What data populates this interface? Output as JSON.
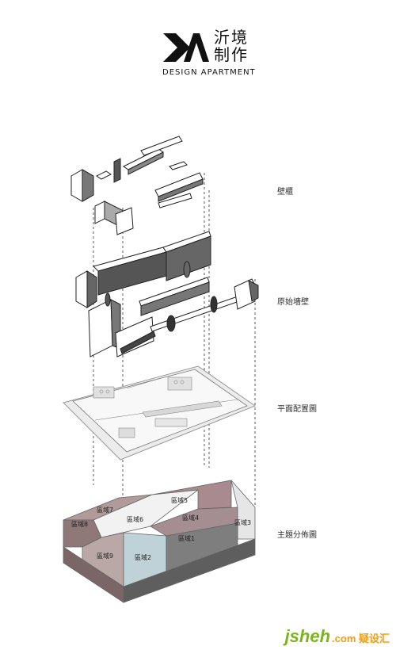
{
  "header": {
    "brand_cn": "沂境制作",
    "brand_en": "DESIGN APARTMENT"
  },
  "layers": [
    {
      "label": "壁櫃"
    },
    {
      "label": "原始墻壁"
    },
    {
      "label": "平面配置圖"
    },
    {
      "label": "主題分佈圖"
    }
  ],
  "zones": [
    {
      "label": "區域1",
      "color": "#7e7e7e"
    },
    {
      "label": "區域2",
      "color": "#bfd2d8"
    },
    {
      "label": "區域3",
      "color": "#e6e6e6"
    },
    {
      "label": "區域4",
      "color": "#a58e92"
    },
    {
      "label": "區域5",
      "color": "#a88a8f"
    },
    {
      "label": "區域6",
      "color": "#f2f2f2"
    },
    {
      "label": "區域7",
      "color": "#b09a9a"
    },
    {
      "label": "區域8",
      "color": "#8f7878"
    },
    {
      "label": "區域9",
      "color": "#b9a8a6"
    }
  ],
  "footer": {
    "watermark": "jsheh",
    "watermark_suffix": ".com 疑设汇"
  }
}
